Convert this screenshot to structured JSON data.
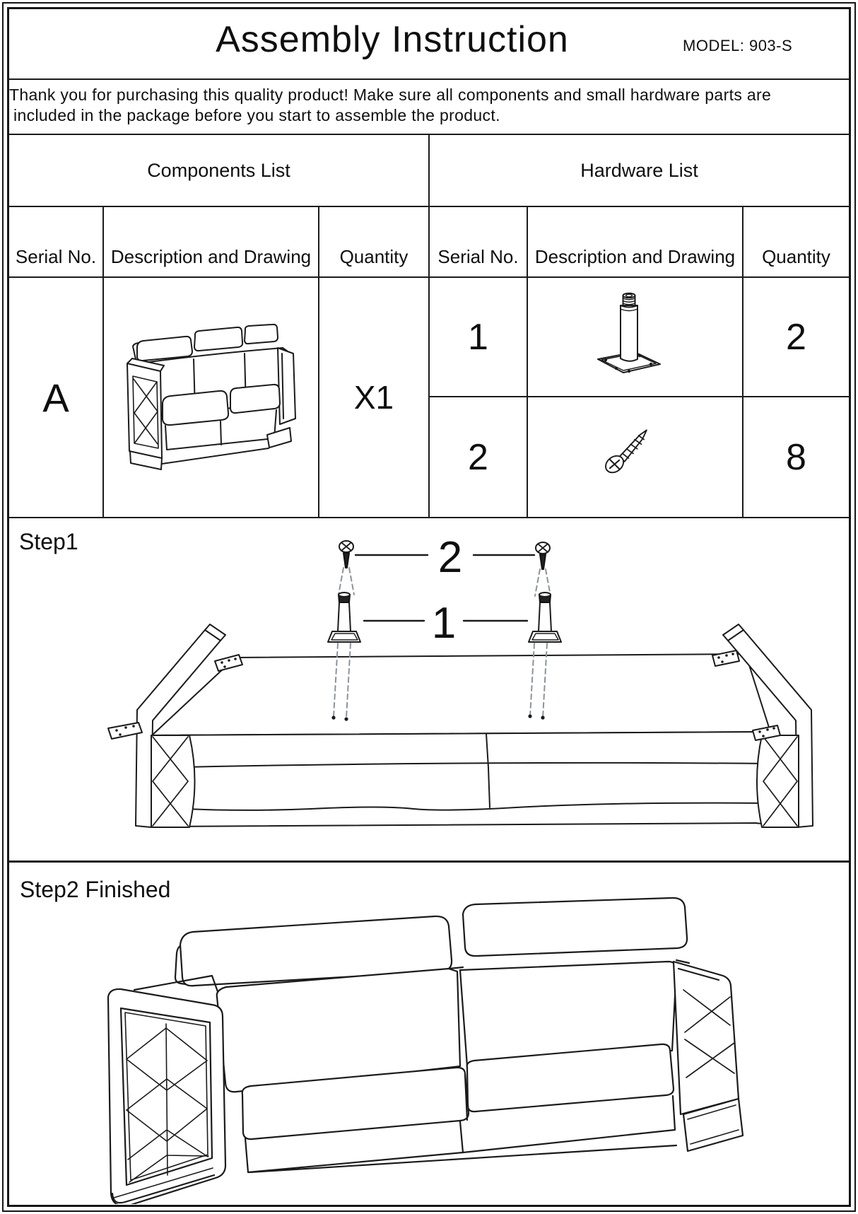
{
  "header": {
    "title": "Assembly Instruction",
    "model": "MODEL: 903-S"
  },
  "intro": {
    "lines": [
      "Thank you for purchasing this quality product! Make sure all components and small hardware parts are",
      "included in the package before you start to assemble the product."
    ]
  },
  "components_list": {
    "title": "Components List",
    "columns": [
      "Serial No.",
      "Description and Drawing",
      "Quantity"
    ],
    "rows": [
      {
        "serial": "A",
        "item": "sofa-drawing",
        "quantity": "X1"
      }
    ]
  },
  "hardware_list": {
    "title": "Hardware List",
    "columns": [
      "Serial No.",
      "Description and Drawing",
      "Quantity"
    ],
    "rows": [
      {
        "serial": "1",
        "item": "leg-drawing",
        "quantity": "2"
      },
      {
        "serial": "2",
        "item": "screw-drawing",
        "quantity": "8"
      }
    ]
  },
  "step1": {
    "label": "Step1",
    "screw_callout": "2",
    "leg_callout": "1"
  },
  "step2": {
    "label": "Step2 Finished"
  },
  "colors": {
    "line": "#1b1b1b",
    "dashed_guide": "#8b949b",
    "paper": "#ffffff"
  }
}
